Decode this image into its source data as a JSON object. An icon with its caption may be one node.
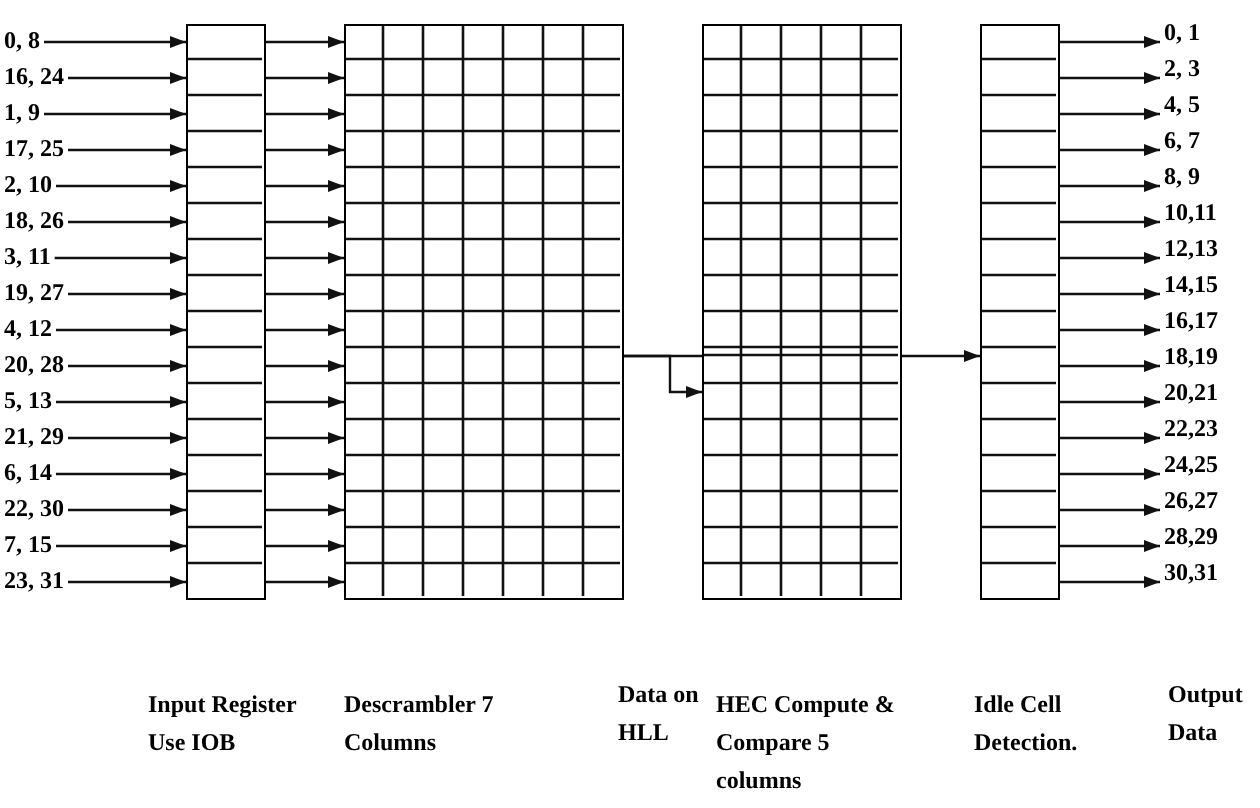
{
  "diagram": {
    "nodes": [
      {
        "text": [
          "0, 8"
        ]
      },
      {
        "text": [
          "16, 24"
        ]
      },
      {
        "text": [
          "1, 9"
        ]
      },
      {
        "text": [
          "17, 25"
        ]
      },
      {
        "text": [
          "2, 10"
        ]
      },
      {
        "text": [
          "18, 26"
        ]
      },
      {
        "text": [
          "3, 11"
        ]
      },
      {
        "text": [
          "19, 27"
        ]
      },
      {
        "text": [
          "4, 12"
        ]
      },
      {
        "text": [
          "20, 28"
        ]
      },
      {
        "text": [
          "5, 13"
        ]
      },
      {
        "text": [
          "21, 29"
        ]
      },
      {
        "text": [
          "6, 14"
        ]
      },
      {
        "text": [
          "22, 30"
        ]
      },
      {
        "text": [
          "7, 15"
        ]
      },
      {
        "text": [
          "23, 31"
        ]
      },
      {
        "text": [],
        "shape": "box",
        "beside": [
          "Input Register Use IOB"
        ]
      },
      {
        "text": [],
        "shape": "box",
        "beside": [
          "Descrambler 7 Columns"
        ]
      },
      {
        "text": [],
        "shape": "box",
        "beside": [
          "HEC Compute & Compare 5 columns"
        ]
      },
      {
        "text": [],
        "shape": "box",
        "beside": [
          "Idle Cell Detection."
        ]
      },
      {
        "text": [
          "0, 1"
        ]
      },
      {
        "text": [
          "2, 3"
        ]
      },
      {
        "text": [
          "4, 5"
        ]
      },
      {
        "text": [
          "6, 7"
        ]
      },
      {
        "text": [
          "8, 9"
        ]
      },
      {
        "text": [
          "10,11"
        ]
      },
      {
        "text": [
          "12,13"
        ]
      },
      {
        "text": [
          "14,15"
        ]
      },
      {
        "text": [
          "16,17"
        ]
      },
      {
        "text": [
          "18,19"
        ]
      },
      {
        "text": [
          "20,21"
        ]
      },
      {
        "text": [
          "22,23"
        ]
      },
      {
        "text": [
          "24,25"
        ]
      },
      {
        "text": [
          "26,27"
        ]
      },
      {
        "text": [
          "28,29"
        ]
      },
      {
        "text": [
          "30,31"
        ]
      }
    ],
    "edges": [
      {
        "from": 0,
        "to": 16,
        "arrow": "to"
      },
      {
        "from": 1,
        "to": 16,
        "arrow": "to"
      },
      {
        "from": 2,
        "to": 16,
        "arrow": "to"
      },
      {
        "from": 3,
        "to": 16,
        "arrow": "to"
      },
      {
        "from": 4,
        "to": 16,
        "arrow": "to"
      },
      {
        "from": 5,
        "to": 16,
        "arrow": "to"
      },
      {
        "from": 6,
        "to": 16,
        "arrow": "to"
      },
      {
        "from": 7,
        "to": 16,
        "arrow": "to"
      },
      {
        "from": 8,
        "to": 16,
        "arrow": "to"
      },
      {
        "from": 9,
        "to": 16,
        "arrow": "to"
      },
      {
        "from": 10,
        "to": 16,
        "arrow": "to"
      },
      {
        "from": 11,
        "to": 16,
        "arrow": "to"
      },
      {
        "from": 12,
        "to": 16,
        "arrow": "to"
      },
      {
        "from": 13,
        "to": 16,
        "arrow": "to"
      },
      {
        "from": 14,
        "to": 16,
        "arrow": "to"
      },
      {
        "from": 15,
        "to": 16,
        "arrow": "to"
      },
      {
        "from": 16,
        "to": 17,
        "arrow": "to"
      },
      {
        "from": 16,
        "to": 17,
        "arrow": "to"
      },
      {
        "from": 16,
        "to": 17,
        "arrow": "to"
      },
      {
        "from": 16,
        "to": 17,
        "arrow": "to"
      },
      {
        "from": 16,
        "to": 17,
        "arrow": "to"
      },
      {
        "from": 16,
        "to": 17,
        "arrow": "to"
      },
      {
        "from": 16,
        "to": 17,
        "arrow": "to"
      },
      {
        "from": 16,
        "to": 17,
        "arrow": "to"
      },
      {
        "from": 16,
        "to": 17,
        "arrow": "to"
      },
      {
        "from": 16,
        "to": 17,
        "arrow": "to"
      },
      {
        "from": 16,
        "to": 17,
        "arrow": "to"
      },
      {
        "from": 16,
        "to": 17,
        "arrow": "to"
      },
      {
        "from": 16,
        "to": 17,
        "arrow": "to"
      },
      {
        "from": 16,
        "to": 17,
        "arrow": "to"
      },
      {
        "from": 16,
        "to": 17,
        "arrow": "to"
      },
      {
        "from": 16,
        "to": 17,
        "arrow": "to"
      },
      {
        "from": 17,
        "to": 18,
        "arrow": "none"
      },
      {
        "from": 17,
        "to": 18,
        "arrow": "to"
      },
      {
        "from": 18,
        "to": 19,
        "arrow": "to"
      },
      {
        "from": 19,
        "to": 20,
        "arrow": "to"
      },
      {
        "from": 19,
        "to": 21,
        "arrow": "to"
      },
      {
        "from": 19,
        "to": 22,
        "arrow": "to"
      },
      {
        "from": 19,
        "to": 23,
        "arrow": "to"
      },
      {
        "from": 19,
        "to": 24,
        "arrow": "to"
      },
      {
        "from": 19,
        "to": 25,
        "arrow": "to"
      },
      {
        "from": 19,
        "to": 26,
        "arrow": "to"
      },
      {
        "from": 19,
        "to": 27,
        "arrow": "to"
      },
      {
        "from": 19,
        "to": 28,
        "arrow": "to"
      },
      {
        "from": 19,
        "to": 29,
        "arrow": "to"
      },
      {
        "from": 19,
        "to": 30,
        "arrow": "to"
      },
      {
        "from": 19,
        "to": 31,
        "arrow": "to"
      },
      {
        "from": 19,
        "to": 32,
        "arrow": "to"
      },
      {
        "from": 19,
        "to": 33,
        "arrow": "to"
      },
      {
        "from": 19,
        "to": 34,
        "arrow": "to"
      },
      {
        "from": 19,
        "to": 35,
        "arrow": "to"
      }
    ],
    "labels": [
      "Data on HLL",
      "Output Data"
    ]
  }
}
